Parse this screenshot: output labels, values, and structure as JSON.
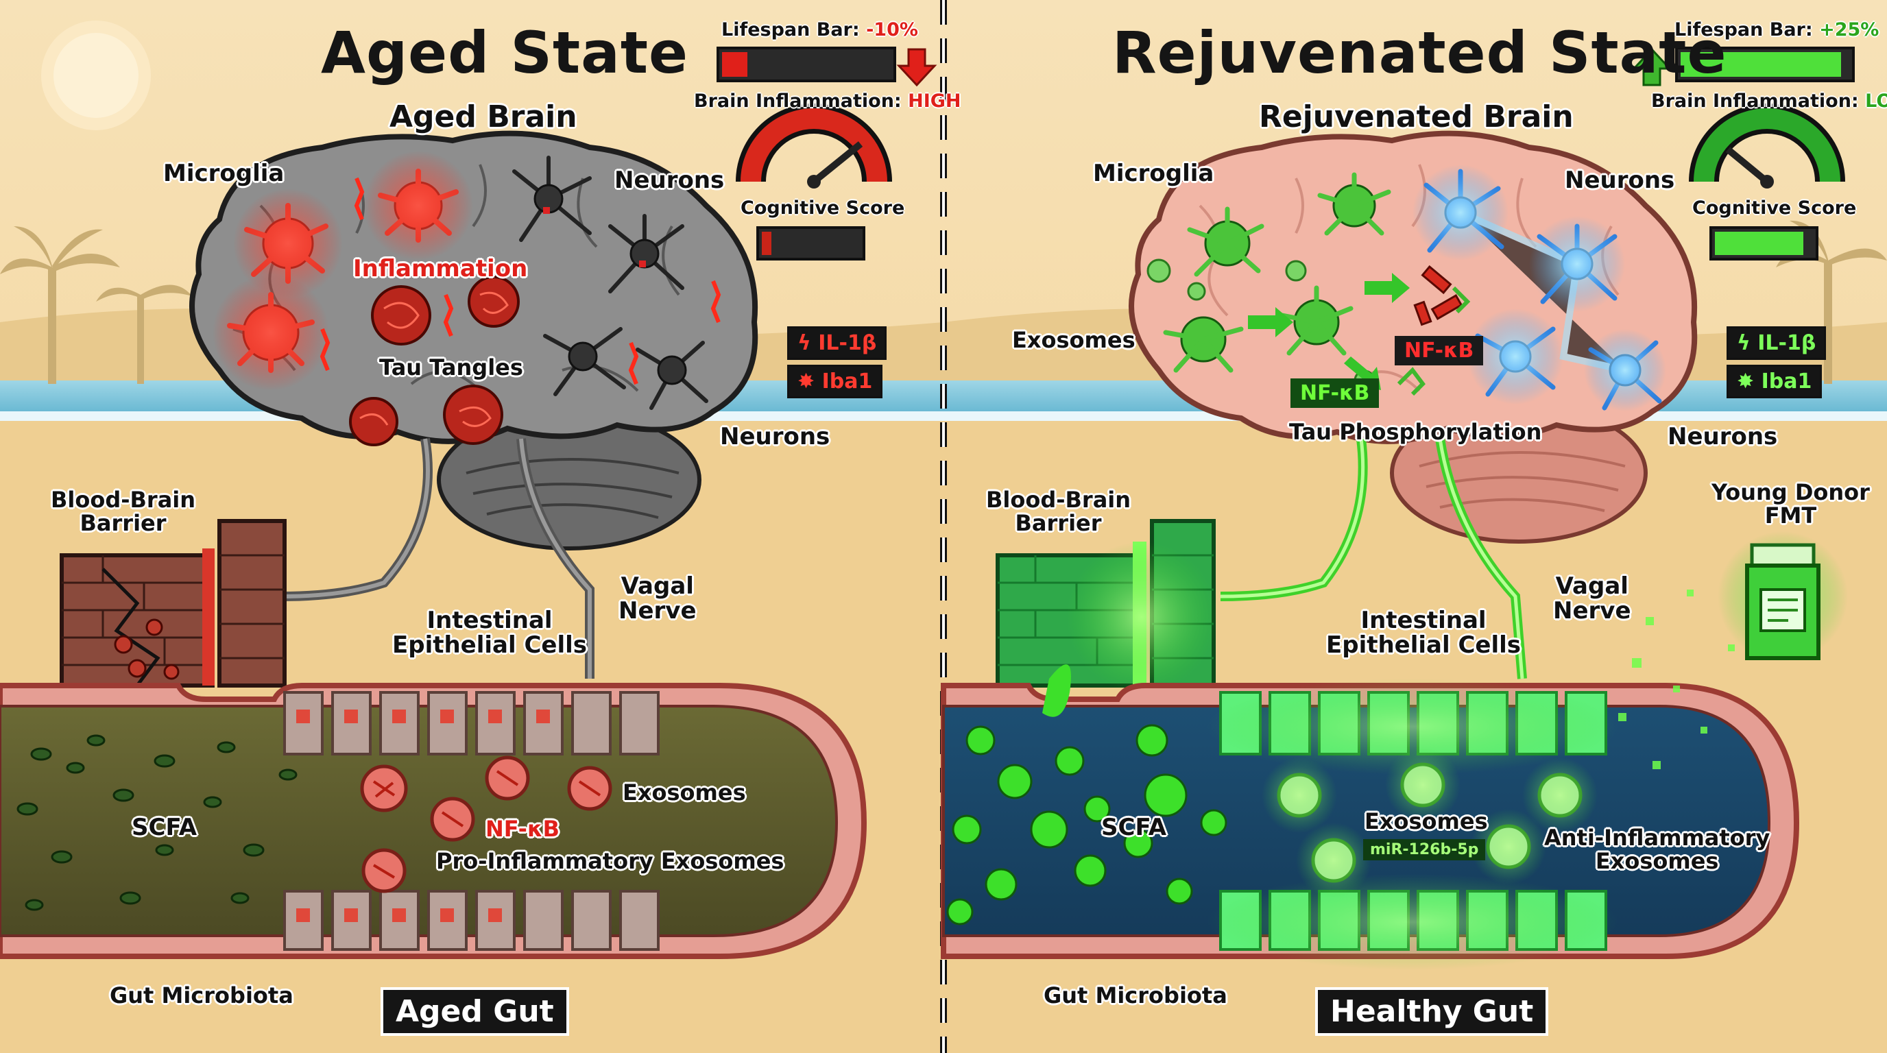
{
  "left": {
    "title": "Aged State",
    "brain_title": "Aged Brain",
    "lifespan": {
      "label": "Lifespan Bar:",
      "value": "-10%",
      "fill": 0.15
    },
    "inflammation": {
      "label": "Brain Inflammation:",
      "value": "HIGH"
    },
    "cognitive_label": "Cognitive Score",
    "cognitive_fill": 0.1,
    "markers": [
      "IL-1β",
      "Iba1"
    ],
    "labels": {
      "microglia": "Microglia",
      "neurons_top": "Neurons",
      "neurons_bottom": "Neurons",
      "inflammation": "Inflammation",
      "tau": "Tau Tangles",
      "bbb_line1": "Blood-Brain",
      "bbb_line2": "Barrier",
      "epithelial_line1": "Intestinal",
      "epithelial_line2": "Epithelial Cells",
      "vagal_line1": "Vagal",
      "vagal_line2": "Nerve",
      "exosomes": "Exosomes",
      "nfkb": "NF-κB",
      "pro_exosomes": "Pro-Inflammatory Exosomes",
      "scfa": "SCFA",
      "microbiota": "Gut Microbiota",
      "gut": "Aged Gut"
    }
  },
  "right": {
    "title": "Rejuvenated State",
    "brain_title": "Rejuvenated Brain",
    "lifespan": {
      "label": "Lifespan Bar:",
      "value": "+25%",
      "fill": 0.95
    },
    "inflammation": {
      "label": "Brain Inflammation:",
      "value": "LOW"
    },
    "cognitive_label": "Cognitive Score",
    "cognitive_fill": 0.9,
    "markers": [
      "IL-1β",
      "Iba1"
    ],
    "labels": {
      "microglia": "Microglia",
      "neurons_top": "Neurons",
      "neurons_bottom": "Neurons",
      "exosomes_brain": "Exosomes",
      "nfkb_1": "NF-κB",
      "nfkb_2": "NF-κB",
      "tau": "Tau Phosphorylation",
      "bbb_line1": "Blood-Brain",
      "bbb_line2": "Barrier",
      "epithelial_line1": "Intestinal",
      "epithelial_line2": "Epithelial Cells",
      "vagal_line1": "Vagal",
      "vagal_line2": "Nerve",
      "donor_line1": "Young Donor",
      "donor_line2": "FMT",
      "exosomes": "Exosomes",
      "mirna": "miR-126b-5p",
      "anti_line1": "Anti-Inflammatory",
      "anti_line2": "Exosomes",
      "scfa": "SCFA",
      "microbiota": "Gut Microbiota",
      "gut": "Healthy Gut"
    }
  },
  "colors": {
    "aged_accent": "#e0201a",
    "healthy_accent": "#2aa51d",
    "sand": "#f3d9a6",
    "aged_gut": "#5c5a2e",
    "healthy_gut": "#1f5a7a"
  },
  "icons": [
    "sun-icon",
    "palm-tree-icon",
    "microglia-icon",
    "neuron-icon",
    "tau-tangle-icon",
    "exosome-icon",
    "arrow-up-icon",
    "arrow-down-icon",
    "gauge-icon",
    "pill-bottle-icon",
    "lightning-icon"
  ]
}
